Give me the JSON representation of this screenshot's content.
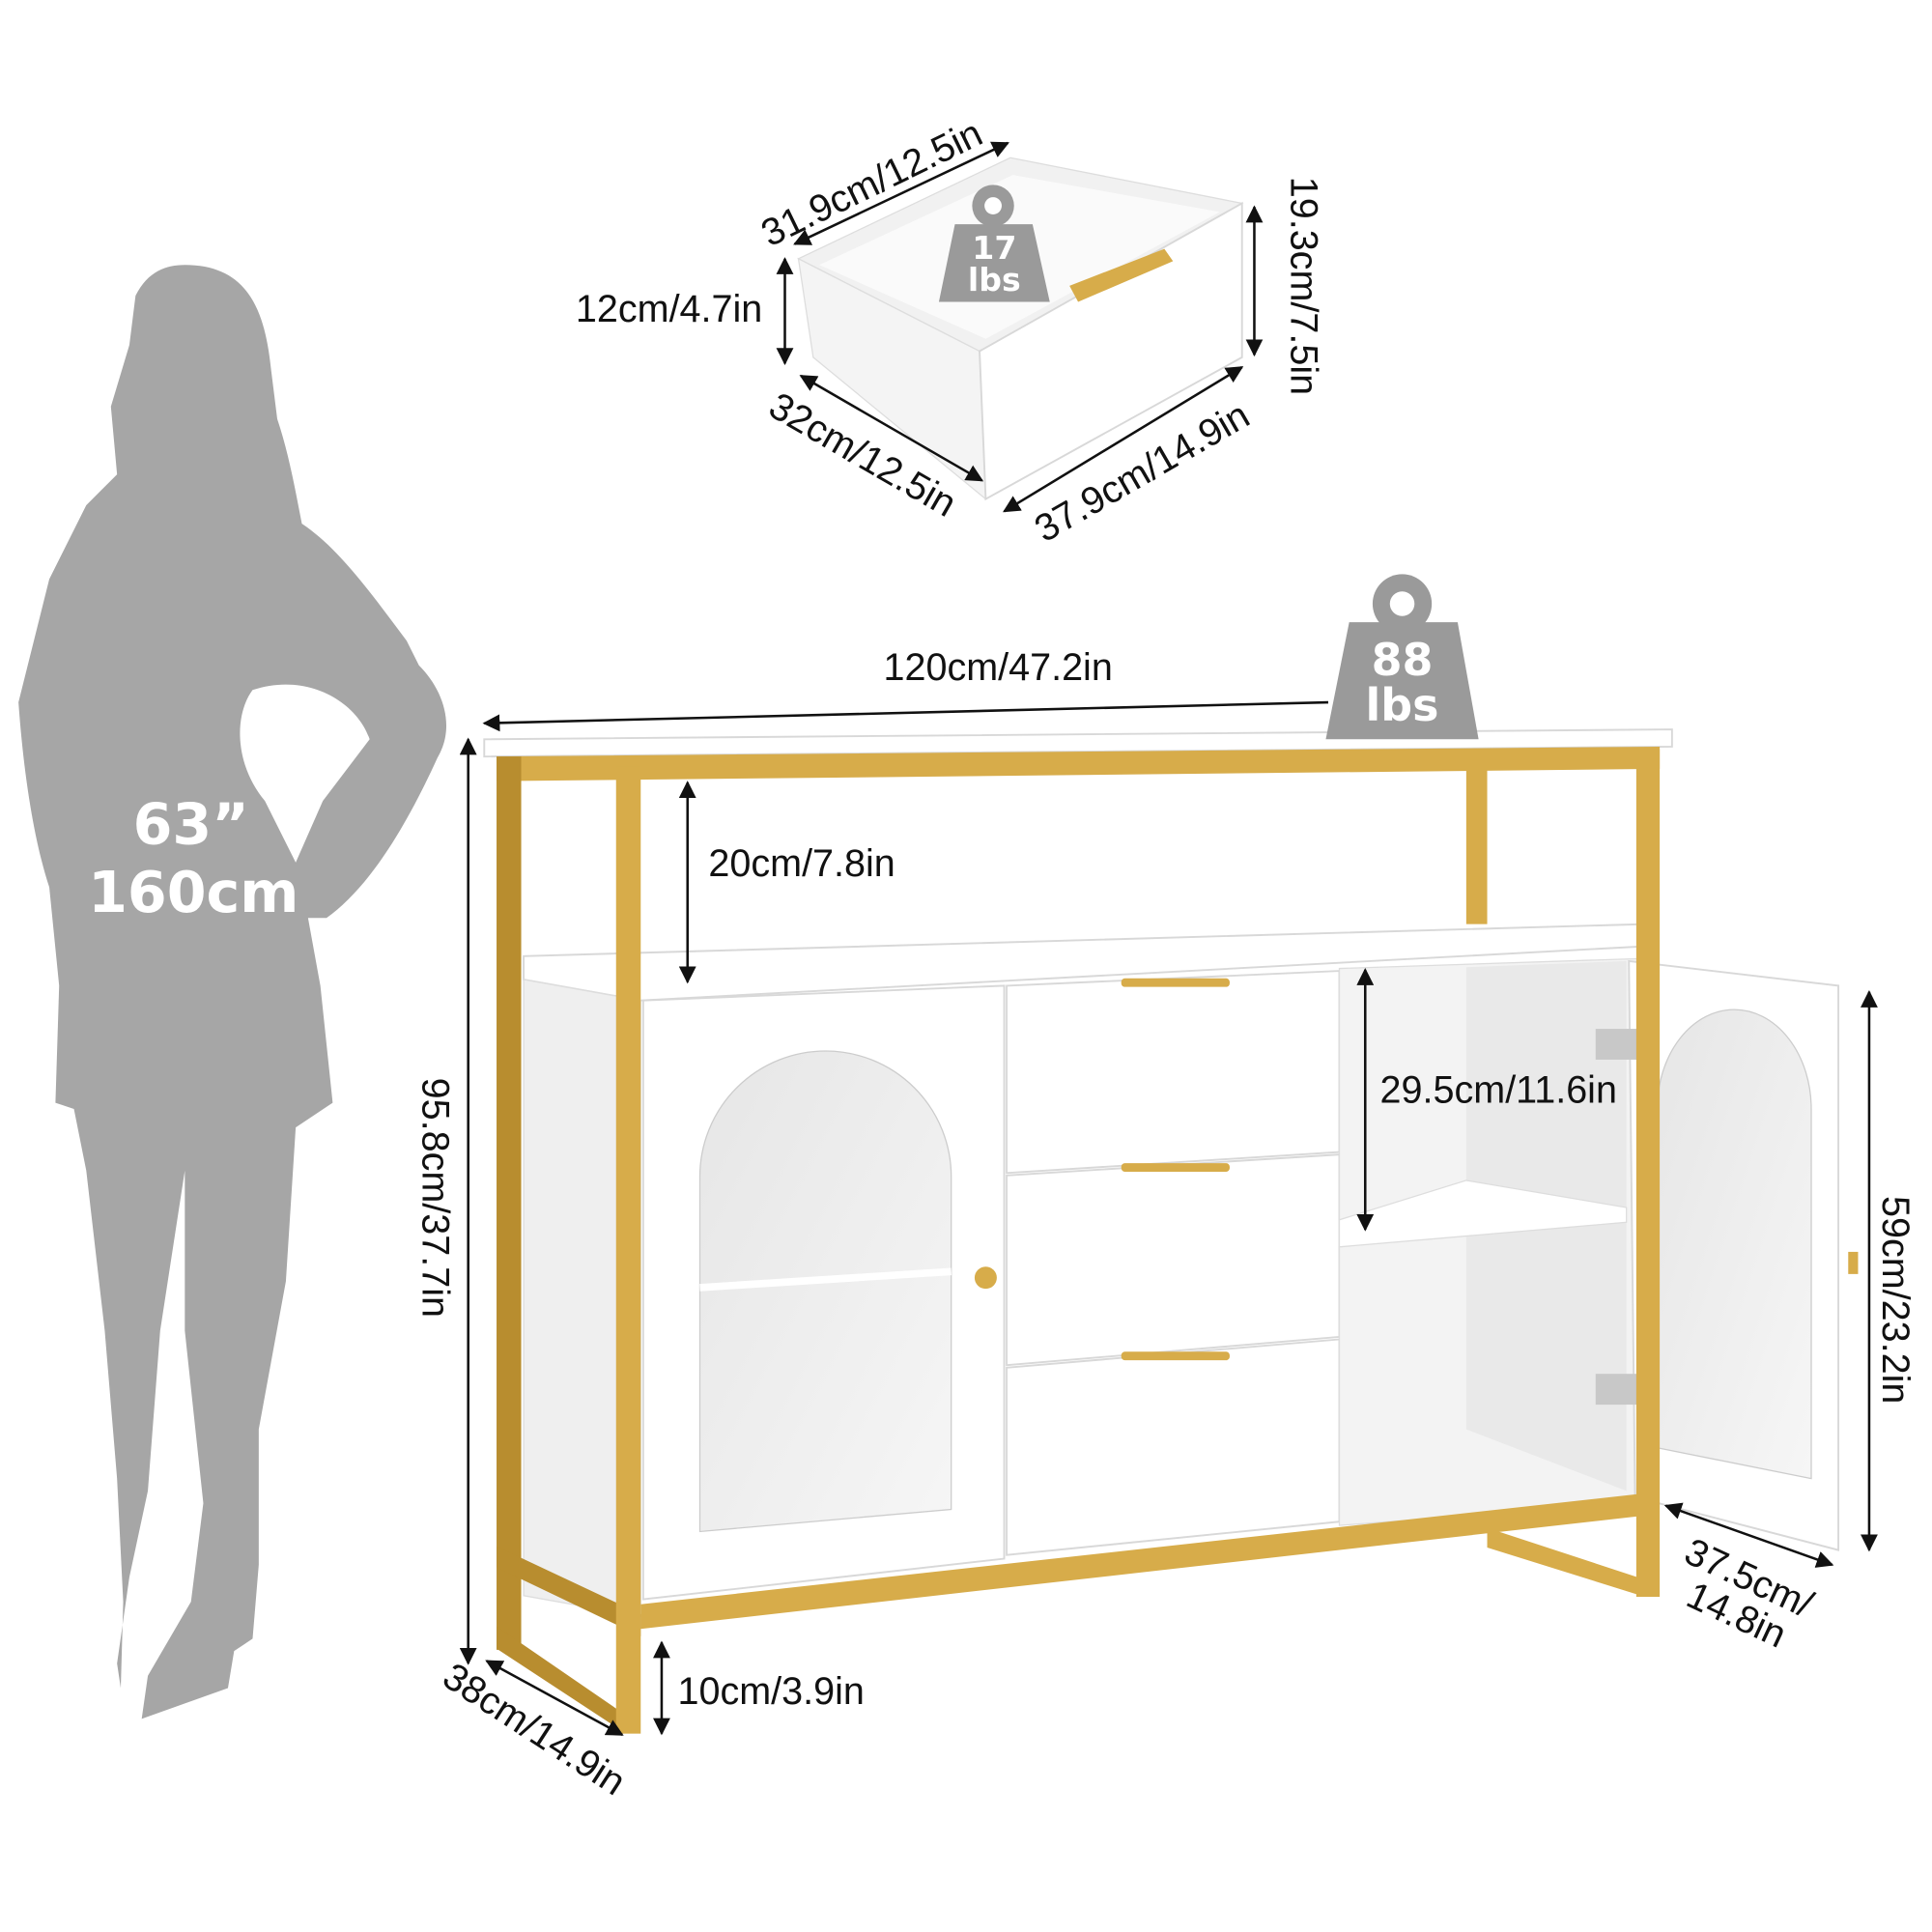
{
  "person": {
    "height_in": "63”",
    "height_cm": "160cm"
  },
  "drawer": {
    "weight_value": "17",
    "weight_unit": "lbs",
    "back_width": "31.9cm/12.5in",
    "inner_height": "12cm/4.7in",
    "front_height": "19.3cm/7.5in",
    "depth": "32cm/12.5in",
    "front_width": "37.9cm/14.9in"
  },
  "cabinet": {
    "weight_value": "88",
    "weight_unit": "lbs",
    "width": "120cm/47.2in",
    "total_height": "95.8cm/37.7in",
    "open_shelf_height": "20cm/7.8in",
    "compartment_height": "29.5cm/11.6in",
    "door_height": "59cm/23.2in",
    "ground_clearance": "10cm/3.9in",
    "depth": "38cm/14.9in",
    "door_width_line1": "37.5cm/",
    "door_width_line2": "14.8in"
  },
  "colors": {
    "gold": "#d7ac4a",
    "silhouette": "#a6a6a6",
    "badge": "#9a9a9a"
  }
}
